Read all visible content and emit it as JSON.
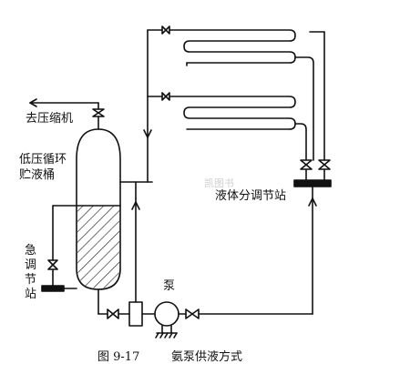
{
  "labels": {
    "to_compressor": "去压缩机",
    "tank_line1": "低压循环",
    "tank_line2": "贮液桶",
    "distribution_station": "液体分调节站",
    "pump": "泵",
    "emergency_station": "急调节站"
  },
  "caption": {
    "figure_no": "图 9-17",
    "title": "氨泵供液方式"
  },
  "watermark": "凯图书"
}
